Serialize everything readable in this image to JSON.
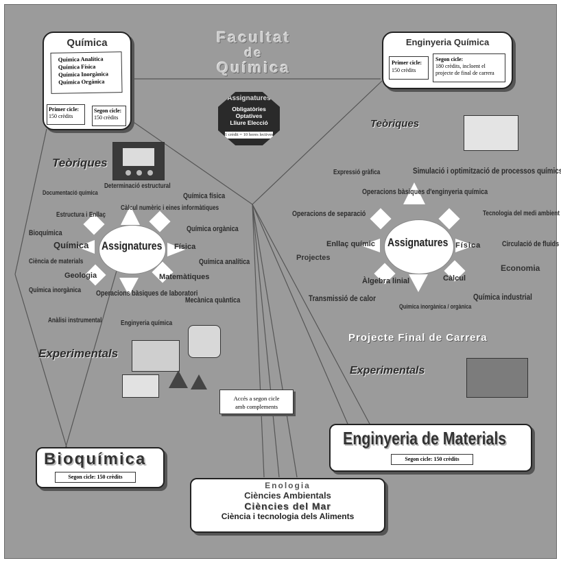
{
  "faculty_title": [
    "Facultat",
    "de",
    "Química"
  ],
  "quimica_box": {
    "title": "Química",
    "subjects": [
      "Química Analítica",
      "Química Física",
      "Química Inorgànica",
      "Química Orgànica"
    ],
    "first_cycle_label": "Primer cicle:",
    "first_cycle_value": "150 crèdits",
    "second_cycle_label": "Segon cicle:",
    "second_cycle_value": "150 crèdits"
  },
  "eq_box": {
    "title": "Enginyeria Química",
    "first_cycle_label": "Primer cicle:",
    "first_cycle_value": "150 crèdits",
    "second_cycle_label": "Segon cicle:",
    "second_cycle_value": "180 crèdits, incloent el projecte de final de carrera"
  },
  "assignatures_octagon": {
    "title": "Assignatures",
    "items": [
      "Obligatòries",
      "Optatives",
      "Lliure Elecció"
    ],
    "note": "1 crèdit = 10 hores lectives"
  },
  "left_map": {
    "teoriques": "Teòriques",
    "experimentals": "Experimentals",
    "center": "Assignatures",
    "labels": [
      "Determinació estructural",
      "Documentació química",
      "Química física",
      "Càlcul numèric i eines informàtiques",
      "Estructura i Enllaç",
      "Química orgànica",
      "Bioquímica",
      "Química",
      "Física",
      "Ciència de materials",
      "Química analítica",
      "Geologia",
      "Matemàtiques",
      "Química inorgànica",
      "Operacions bàsiques de laboratori",
      "Mecànica quàntica",
      "Anàlisi instrumental",
      "Enginyeria química"
    ]
  },
  "right_map": {
    "teoriques": "Teòriques",
    "experimentals": "Experimentals",
    "center": "Assignatures",
    "pfc": "Projecte Final de Carrera",
    "labels": [
      "Expressió gràfica",
      "Simulació i optimització de processos químics",
      "Operacions bàsiques d'enginyeria química",
      "Operacions de separació",
      "Tecnologia del medi ambient",
      "Enllaç químic",
      "Física",
      "Circulació de fluids",
      "Projectes",
      "Economia",
      "Àlgebra linial",
      "Càlcul",
      "Química industrial",
      "Transmissió de calor",
      "Química inorgànica / orgànica"
    ]
  },
  "access_note": [
    "Accés a segon cicle",
    "amb complements"
  ],
  "materials_box": {
    "title": "Enginyeria de Materials",
    "cycle": "Segon cicle: 150 crèdits"
  },
  "bioquimica_box": {
    "title": "Bioquímica",
    "cycle": "Segon cicle: 150 crèdits"
  },
  "env_box": {
    "lines": [
      "Enologia",
      "Ciències Ambientals",
      "Ciències del Mar",
      "Ciència i tecnologia dels Aliments"
    ]
  }
}
